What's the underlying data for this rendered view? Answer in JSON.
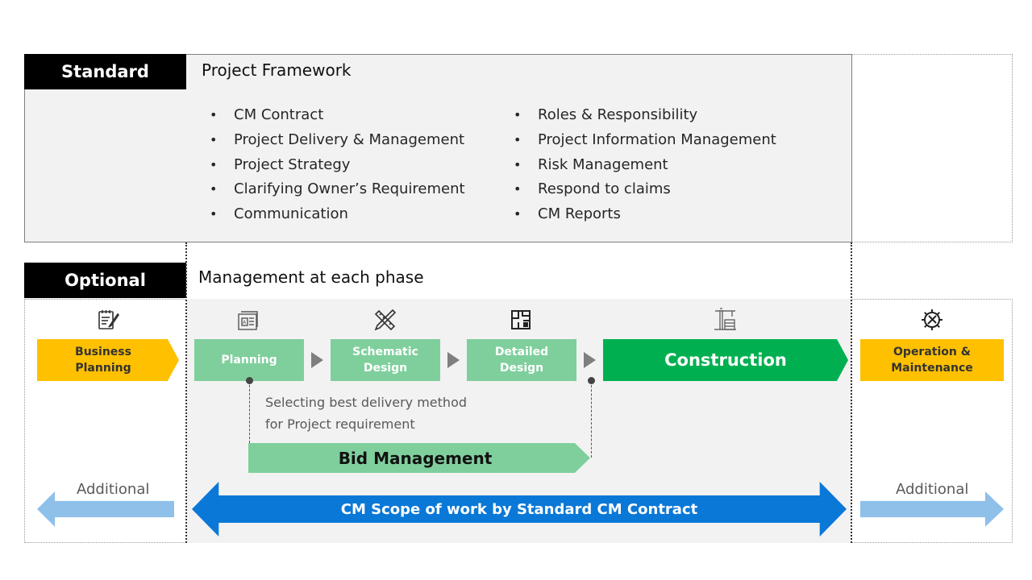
{
  "standard": {
    "tag": "Standard",
    "title": "Project Framework",
    "col1": [
      "CM Contract",
      "Project Delivery & Management",
      "Project Strategy",
      "Clarifying Owner’s Requirement",
      "Communication"
    ],
    "col2": [
      "Roles & Responsibility",
      "Project Information Management",
      "Risk Management",
      "Respond to claims",
      "CM Reports"
    ]
  },
  "optional": {
    "tag": "Optional",
    "title": "Management at each phase"
  },
  "phases": {
    "business_planning": "Business\nPlanning",
    "planning": "Planning",
    "schematic_design": "Schematic\nDesign",
    "detailed_design": "Detailed\nDesign",
    "construction": "Construction",
    "operation_maintenance": "Operation &\nMaintenance"
  },
  "bid": {
    "note_line1": "Selecting best delivery method",
    "note_line2": "for Project requirement",
    "label": "Bid Management"
  },
  "arrows": {
    "additional_left": "Additional",
    "additional_right": "Additional",
    "scope": "CM Scope of work by Standard CM Contract"
  },
  "icons": {
    "business_planning": "checklist-icon",
    "planning": "blueprint-icon",
    "schematic_design": "ruler-pencil-icon",
    "detailed_design": "floor-plan-icon",
    "construction": "crane-icon",
    "operation_maintenance": "gear-wrench-icon"
  },
  "colors": {
    "tag_bg": "#000000",
    "yellow": "#ffc000",
    "light_green": "#7fcf9c",
    "green": "#00b050",
    "blue": "#0a78d7",
    "light_blue": "#8ec0ea"
  }
}
